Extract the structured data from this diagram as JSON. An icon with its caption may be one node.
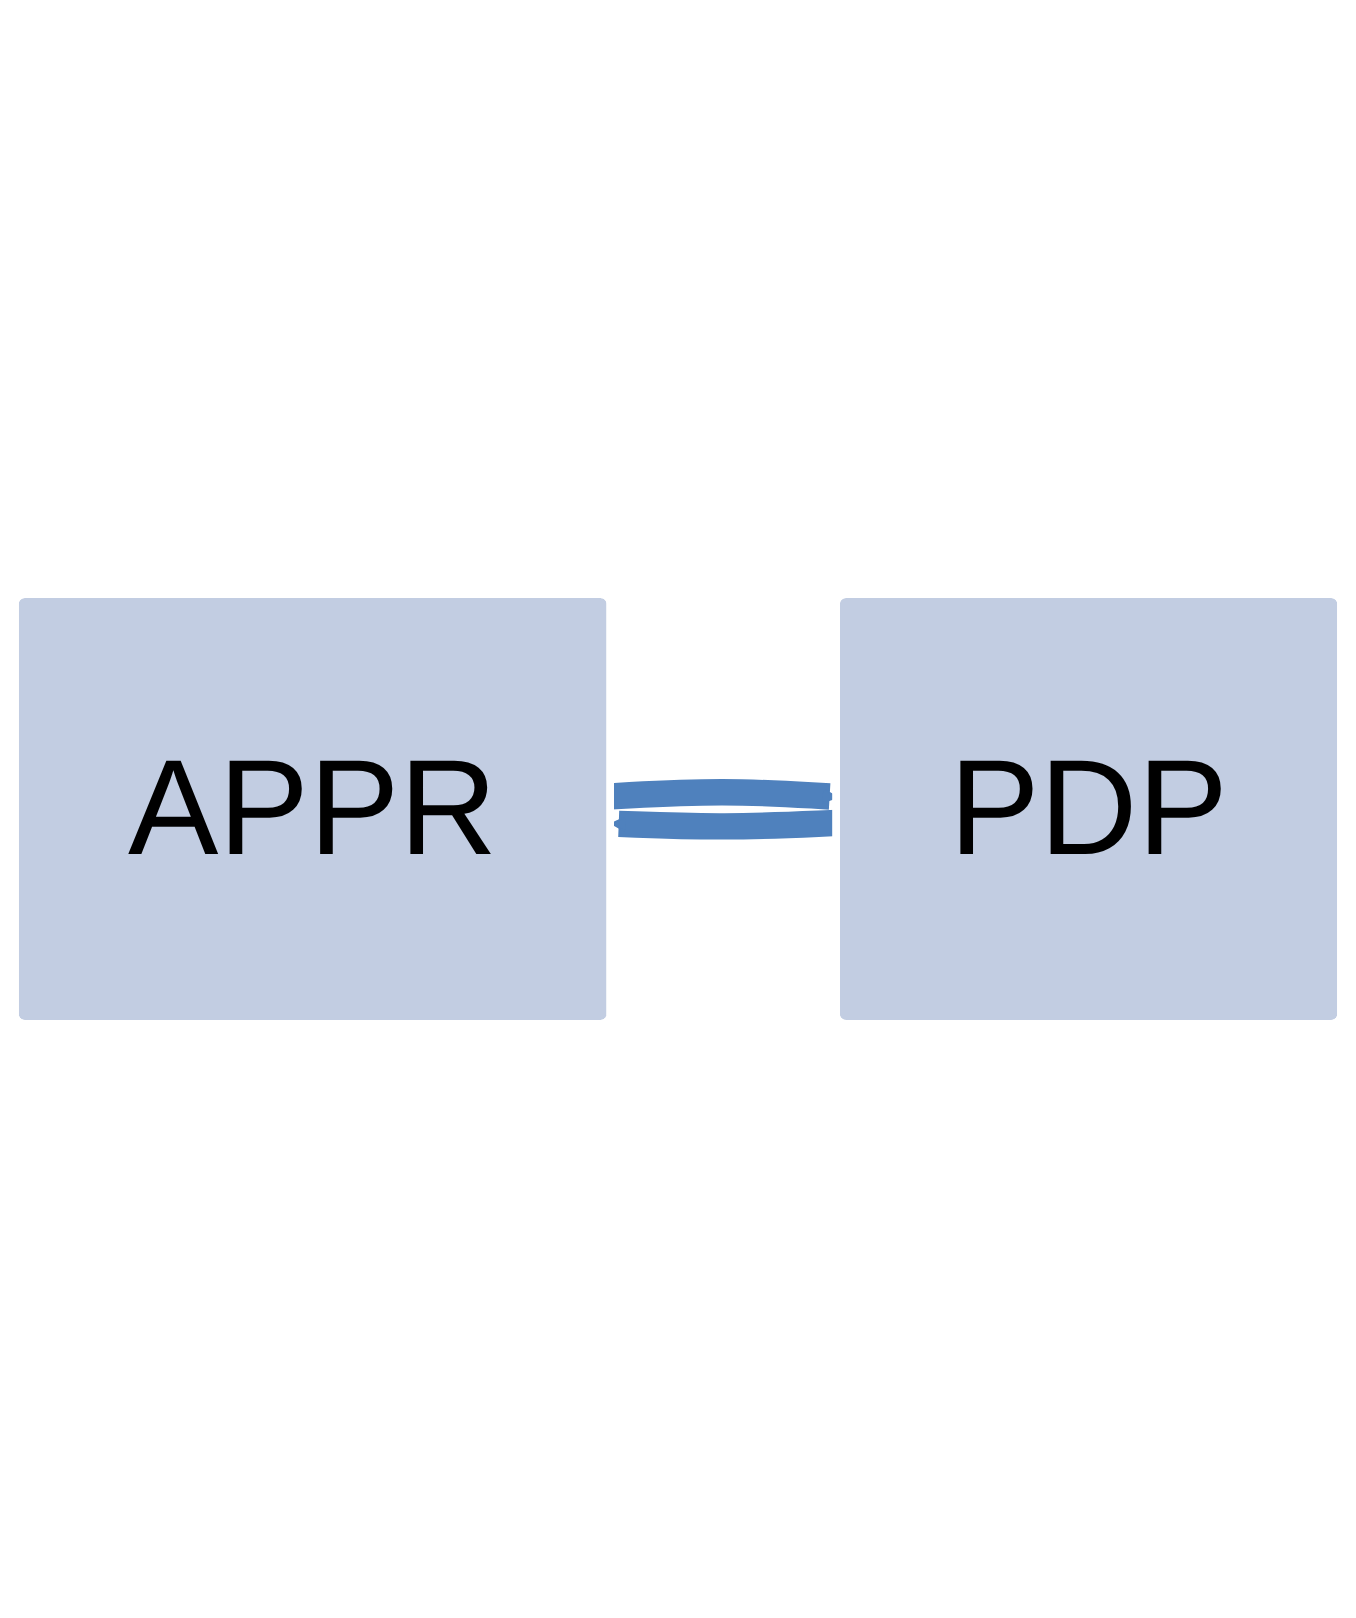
{
  "diagram": {
    "nodes": [
      {
        "text": [
          "APPR"
        ]
      },
      {
        "text": [
          "PDP"
        ]
      }
    ],
    "edges": [
      {
        "from": 0,
        "to": 1,
        "arrow": "to"
      },
      {
        "from": 1,
        "to": 0,
        "arrow": "to"
      }
    ]
  }
}
